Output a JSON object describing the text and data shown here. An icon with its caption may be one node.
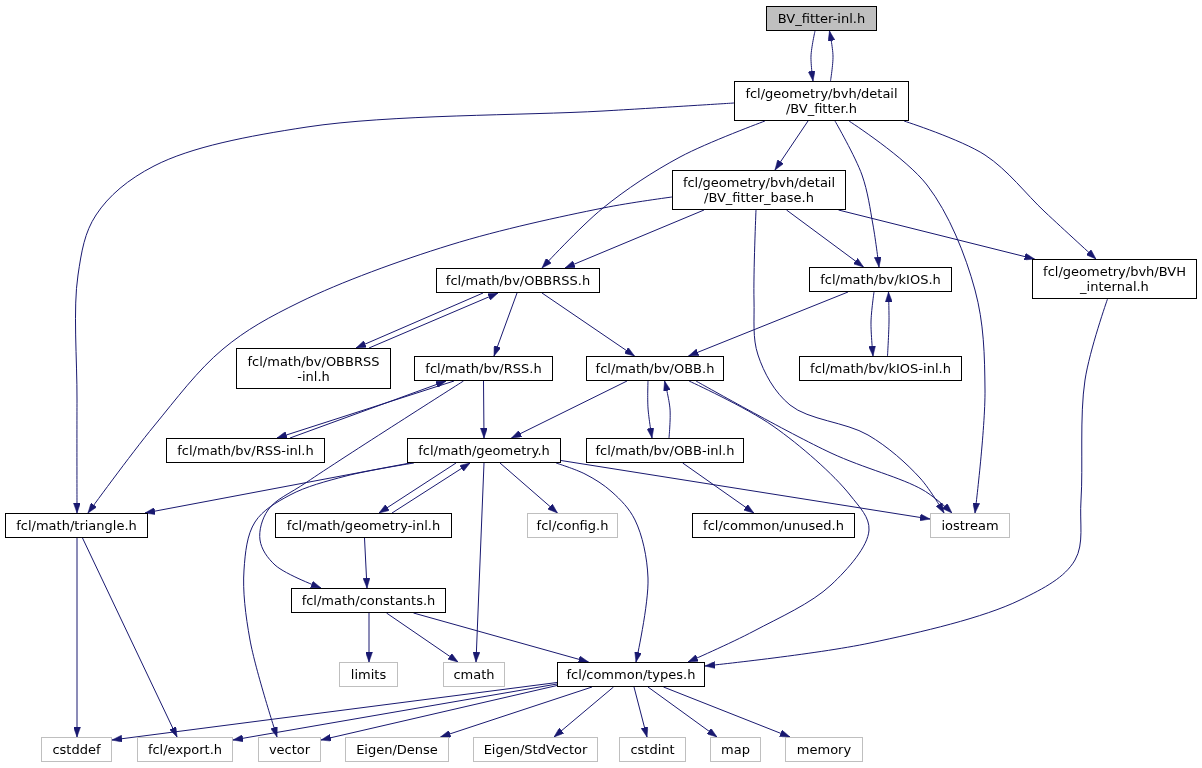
{
  "diagram": {
    "nodes": [
      {
        "text": [
          "BV_fitter-inl.h"
        ]
      },
      {
        "text": [
          "fcl/geometry/bvh/detail /BV_fitter.h"
        ]
      },
      {
        "text": [
          "fcl/geometry/bvh/detail /BV_fitter_base.h"
        ]
      },
      {
        "text": [
          "fcl/math/bv/OBBRSS.h"
        ]
      },
      {
        "text": [
          "fcl/math/bv/kIOS.h"
        ]
      },
      {
        "text": [
          "fcl/geometry/bvh/BVH _internal.h"
        ]
      },
      {
        "text": [
          "fcl/math/bv/OBBRSS -inl.h"
        ]
      },
      {
        "text": [
          "fcl/math/bv/RSS.h"
        ]
      },
      {
        "text": [
          "fcl/math/bv/OBB.h"
        ]
      },
      {
        "text": [
          "fcl/math/bv/kIOS-inl.h"
        ]
      },
      {
        "text": [
          "fcl/math/bv/RSS-inl.h"
        ]
      },
      {
        "text": [
          "fcl/math/geometry.h"
        ]
      },
      {
        "text": [
          "fcl/math/bv/OBB-inl.h"
        ]
      },
      {
        "text": [
          "fcl/math/triangle.h"
        ]
      },
      {
        "text": [
          "fcl/math/geometry-inl.h"
        ]
      },
      {
        "text": [
          "fcl/config.h"
        ]
      },
      {
        "text": [
          "fcl/common/unused.h"
        ]
      },
      {
        "text": [
          "iostream"
        ]
      },
      {
        "text": [
          "fcl/math/constants.h"
        ]
      },
      {
        "text": [
          "limits"
        ]
      },
      {
        "text": [
          "cmath"
        ]
      },
      {
        "text": [
          "fcl/common/types.h"
        ]
      },
      {
        "text": [
          "cstddef"
        ]
      },
      {
        "text": [
          "fcl/export.h"
        ]
      },
      {
        "text": [
          "vector"
        ]
      },
      {
        "text": [
          "Eigen/Dense"
        ]
      },
      {
        "text": [
          "Eigen/StdVector"
        ]
      },
      {
        "text": [
          "cstdint"
        ]
      },
      {
        "text": [
          "map"
        ]
      },
      {
        "text": [
          "memory"
        ]
      }
    ],
    "edges": [
      {
        "from": 0,
        "to": 1,
        "arrow": "to"
      },
      {
        "from": 1,
        "to": 0,
        "arrow": "to"
      },
      {
        "from": 1,
        "to": 13,
        "arrow": "to"
      },
      {
        "from": 1,
        "to": 3,
        "arrow": "to"
      },
      {
        "from": 1,
        "to": 2,
        "arrow": "to"
      },
      {
        "from": 1,
        "to": 4,
        "arrow": "to"
      },
      {
        "from": 1,
        "to": 17,
        "arrow": "to"
      },
      {
        "from": 1,
        "to": 5,
        "arrow": "to"
      },
      {
        "from": 2,
        "to": 13,
        "arrow": "to"
      },
      {
        "from": 2,
        "to": 3,
        "arrow": "to"
      },
      {
        "from": 2,
        "to": 17,
        "arrow": "to"
      },
      {
        "from": 2,
        "to": 4,
        "arrow": "to"
      },
      {
        "from": 2,
        "to": 5,
        "arrow": "to"
      },
      {
        "from": 3,
        "to": 6,
        "arrow": "to"
      },
      {
        "from": 6,
        "to": 3,
        "arrow": "to"
      },
      {
        "from": 3,
        "to": 7,
        "arrow": "to"
      },
      {
        "from": 3,
        "to": 8,
        "arrow": "to"
      },
      {
        "from": 4,
        "to": 8,
        "arrow": "to"
      },
      {
        "from": 4,
        "to": 9,
        "arrow": "to"
      },
      {
        "from": 9,
        "to": 4,
        "arrow": "to"
      },
      {
        "from": 5,
        "to": 21,
        "arrow": "to"
      },
      {
        "from": 7,
        "to": 10,
        "arrow": "to"
      },
      {
        "from": 10,
        "to": 7,
        "arrow": "to"
      },
      {
        "from": 7,
        "to": 11,
        "arrow": "to"
      },
      {
        "from": 7,
        "to": 18,
        "arrow": "to"
      },
      {
        "from": 8,
        "to": 11,
        "arrow": "to"
      },
      {
        "from": 8,
        "to": 12,
        "arrow": "to"
      },
      {
        "from": 12,
        "to": 8,
        "arrow": "to"
      },
      {
        "from": 8,
        "to": 17,
        "arrow": "to"
      },
      {
        "from": 8,
        "to": 21,
        "arrow": "to"
      },
      {
        "from": 11,
        "to": 13,
        "arrow": "to"
      },
      {
        "from": 11,
        "to": 14,
        "arrow": "to"
      },
      {
        "from": 14,
        "to": 11,
        "arrow": "to"
      },
      {
        "from": 11,
        "to": 15,
        "arrow": "to"
      },
      {
        "from": 11,
        "to": 20,
        "arrow": "to"
      },
      {
        "from": 11,
        "to": 17,
        "arrow": "to"
      },
      {
        "from": 11,
        "to": 21,
        "arrow": "to"
      },
      {
        "from": 11,
        "to": 24,
        "arrow": "to"
      },
      {
        "from": 12,
        "to": 16,
        "arrow": "to"
      },
      {
        "from": 13,
        "to": 22,
        "arrow": "to"
      },
      {
        "from": 13,
        "to": 23,
        "arrow": "to"
      },
      {
        "from": 14,
        "to": 18,
        "arrow": "to"
      },
      {
        "from": 18,
        "to": 19,
        "arrow": "to"
      },
      {
        "from": 18,
        "to": 20,
        "arrow": "to"
      },
      {
        "from": 18,
        "to": 21,
        "arrow": "to"
      },
      {
        "from": 21,
        "to": 22,
        "arrow": "to"
      },
      {
        "from": 21,
        "to": 23,
        "arrow": "to"
      },
      {
        "from": 21,
        "to": 24,
        "arrow": "to"
      },
      {
        "from": 21,
        "to": 25,
        "arrow": "to"
      },
      {
        "from": 21,
        "to": 26,
        "arrow": "to"
      },
      {
        "from": 21,
        "to": 27,
        "arrow": "to"
      },
      {
        "from": 21,
        "to": 28,
        "arrow": "to"
      },
      {
        "from": 21,
        "to": 29,
        "arrow": "to"
      }
    ]
  }
}
